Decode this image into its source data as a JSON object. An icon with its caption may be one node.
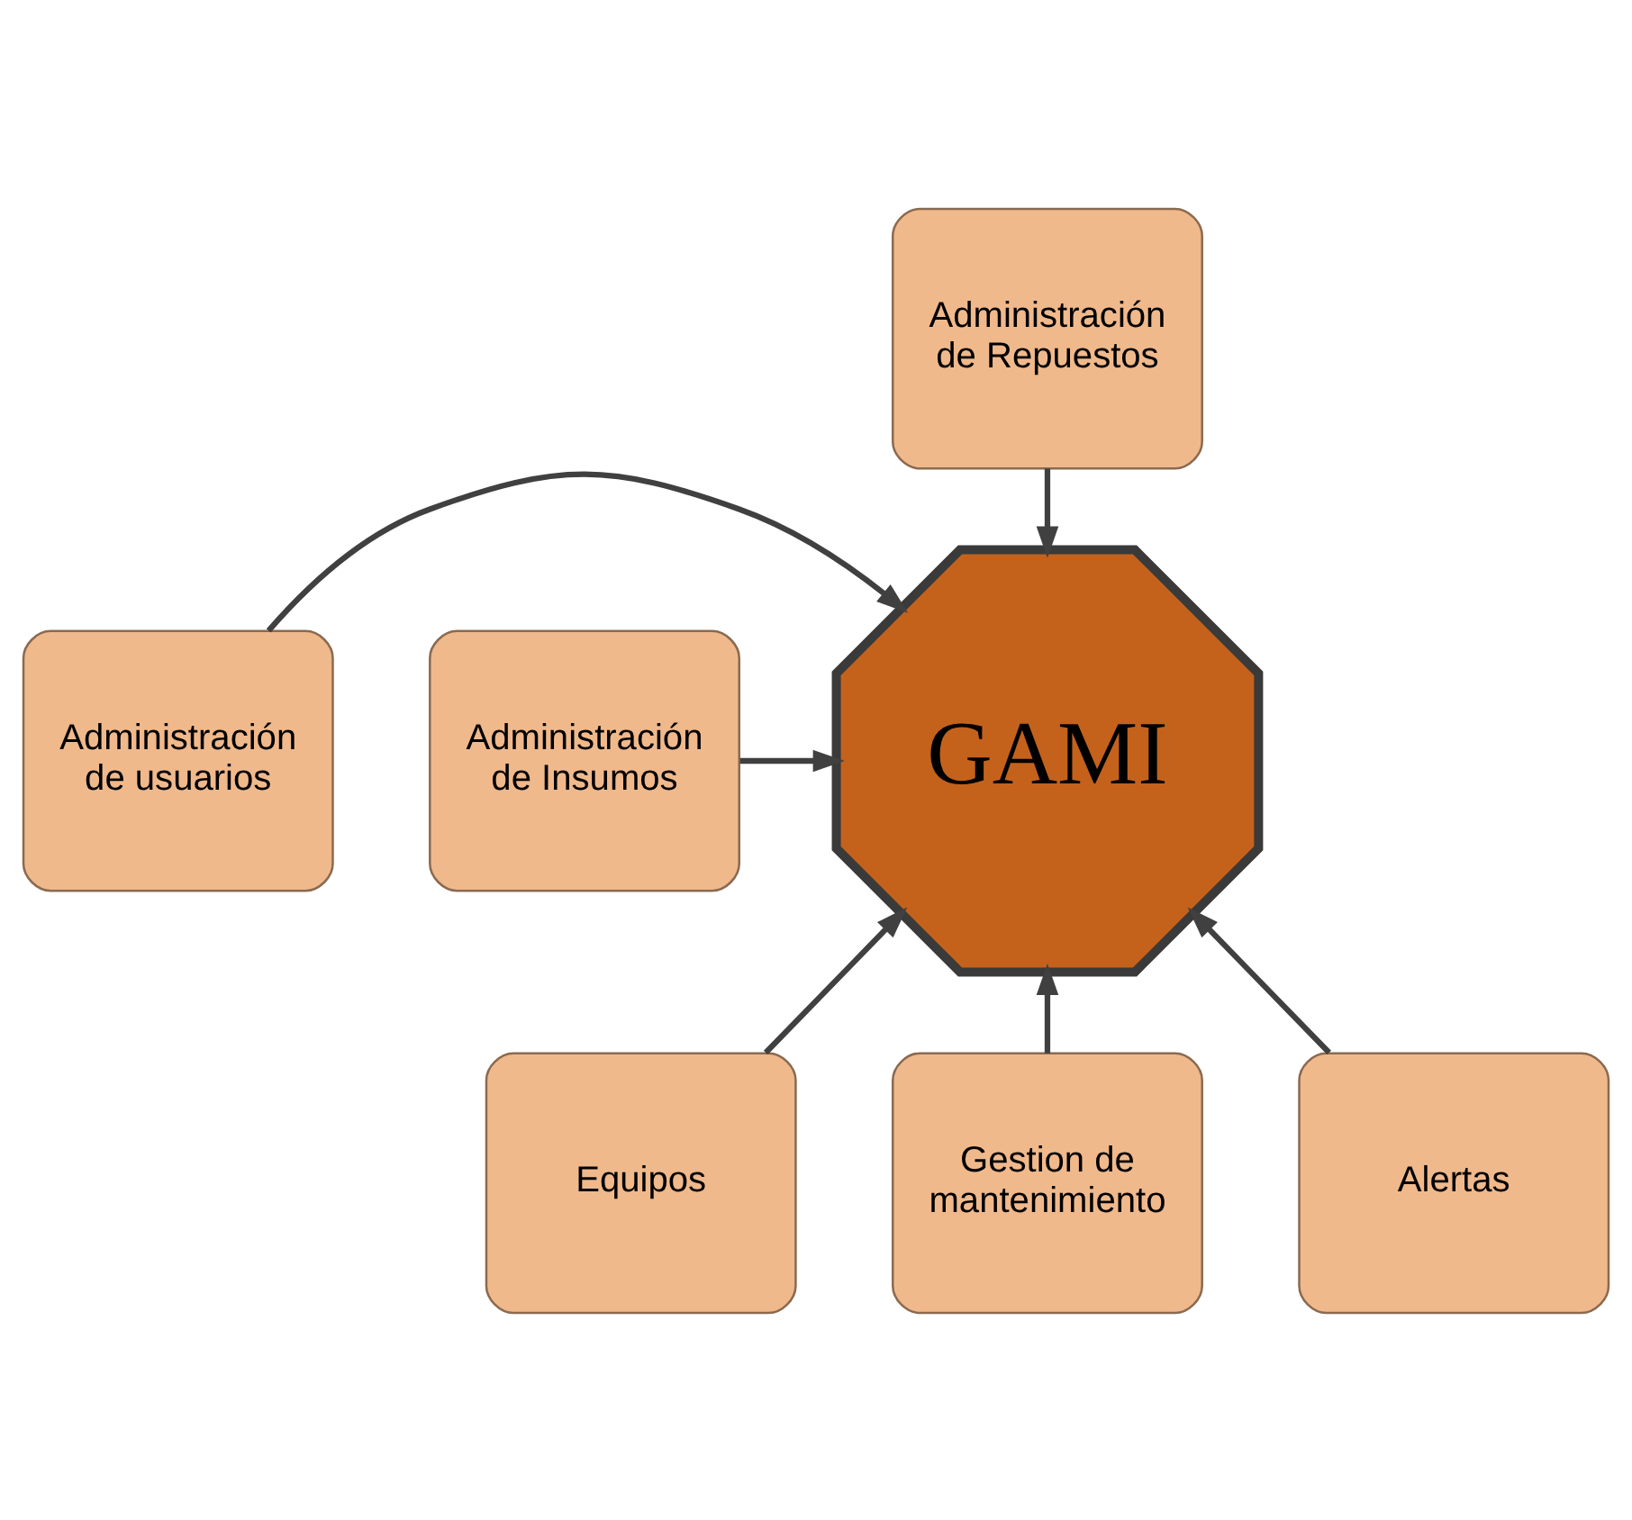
{
  "diagram": {
    "nodes": [
      {
        "text": [
          "Administración de Repuestos"
        ]
      },
      {
        "text": [
          "Administración de usuarios"
        ]
      },
      {
        "text": [
          "Administración de Insumos"
        ]
      },
      {
        "text": [
          "GAMI"
        ]
      },
      {
        "text": [
          "Equipos"
        ]
      },
      {
        "text": [
          "Gestion de mantenimiento"
        ]
      },
      {
        "text": [
          "Alertas"
        ]
      }
    ],
    "edges": [
      {
        "from": 0,
        "to": 3,
        "arrow": "to"
      },
      {
        "from": 1,
        "to": 3,
        "arrow": "to"
      },
      {
        "from": 2,
        "to": 3,
        "arrow": "to"
      },
      {
        "from": 4,
        "to": 3,
        "arrow": "to"
      },
      {
        "from": 5,
        "to": 3,
        "arrow": "to"
      },
      {
        "from": 6,
        "to": 3,
        "arrow": "to"
      }
    ]
  }
}
